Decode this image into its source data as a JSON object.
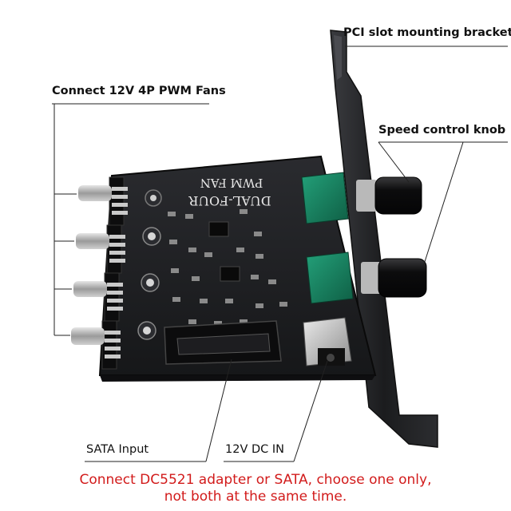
{
  "labels": {
    "pci_bracket": "PCI slot mounting bracket",
    "fans": "Connect 12V 4P PWM Fans",
    "knob": "Speed control knob",
    "sata": "SATA Input",
    "dc_in": "12V DC IN"
  },
  "pcb_text": {
    "line1": "PWM FAN",
    "line2": "DUAL-FOUR"
  },
  "notice": {
    "line1": "Connect DC5521 adapter or SATA, choose one only,",
    "line2": "not both at the same time."
  },
  "colors": {
    "pcb": "#1c1d20",
    "bracket": "#26272a",
    "potentiometer": "#17805f",
    "knob": "#0b0b0c",
    "notice": "#d21b1b",
    "leader_line": "#222222"
  }
}
